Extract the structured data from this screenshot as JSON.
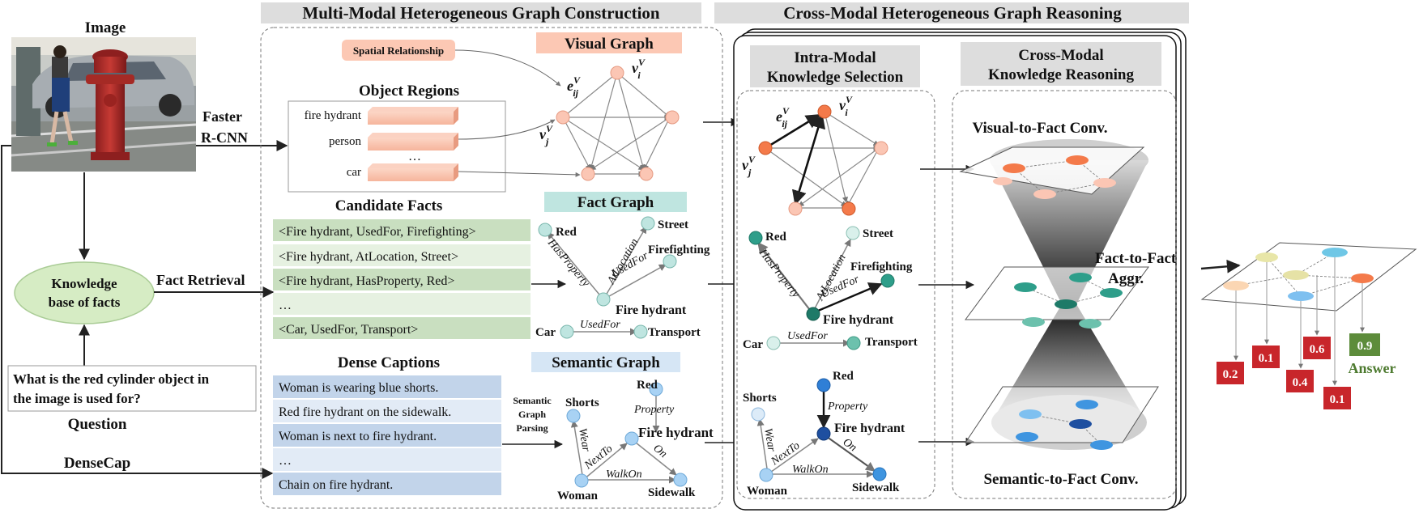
{
  "left": {
    "image_label": "Image",
    "faster_rcnn": [
      "Faster",
      "R-CNN"
    ],
    "kb": [
      "Knowledge",
      "base of facts"
    ],
    "fact_retrieval": "Fact Retrieval",
    "question_text": [
      "What is the red cylinder object in",
      "the image is used for?"
    ],
    "question_label": "Question",
    "densecap": "DenseCap"
  },
  "construction": {
    "header": "Multi-Modal Heterogeneous Graph Construction",
    "spatial": "Spatial Relationship",
    "object_regions": "Object Regions",
    "objects": [
      "fire hydrant",
      "person",
      "…",
      "car"
    ],
    "visual_graph": "Visual Graph",
    "candidate_facts": "Candidate Facts",
    "facts": [
      "<Fire hydrant, UsedFor, Firefighting>",
      "<Fire hydrant, AtLocation, Street>",
      "<Fire hydrant, HasProperty, Red>",
      "…",
      "<Car, UsedFor, Transport>"
    ],
    "fact_graph": "Fact Graph",
    "dense_captions": "Dense Captions",
    "captions": [
      "Woman is wearing blue shorts.",
      "Red fire hydrant on the sidewalk.",
      "Woman is next to fire hydrant.",
      "…",
      "Chain on fire hydrant."
    ],
    "semantic_graph": "Semantic Graph",
    "parsing": [
      "Semantic",
      "Graph",
      "Parsing"
    ]
  },
  "graph_labels": {
    "e_ij": "e",
    "e_sub": "ij",
    "v_i_sub": "i",
    "v_j_sub": "j",
    "sup": "V",
    "v": "v",
    "red": "Red",
    "street": "Street",
    "firefighting": "Firefighting",
    "fire_hydrant": "Fire hydrant",
    "car": "Car",
    "transport": "Transport",
    "has_property": "HasProperty",
    "at_location": "AtLocation",
    "used_for": "UsedFor",
    "shorts": "Shorts",
    "woman": "Woman",
    "sidewalk": "Sidewalk",
    "property": "Property",
    "wear": "Wear",
    "next_to": "NextTo",
    "walk_on": "WalkOn",
    "on": "On"
  },
  "reasoning": {
    "header": "Cross-Modal Heterogeneous Graph Reasoning",
    "intra": [
      "Intra-Modal",
      "Knowledge Selection"
    ],
    "cross": [
      "Cross-Modal",
      "Knowledge Reasoning"
    ],
    "v2f": "Visual-to-Fact Conv.",
    "f2f": [
      "Fact-to-Fact",
      "Aggr."
    ],
    "s2f": "Semantic-to-Fact Conv."
  },
  "output": {
    "scores": [
      "0.2",
      "0.1",
      "0.4",
      "0.6",
      "0.1",
      "0.9"
    ],
    "answer": "Answer"
  },
  "colors": {
    "orange_node": "#f47a4a",
    "peach_node": "#fbc6b4",
    "teal_dark": "#2e9e8a",
    "teal_light": "#a9e0d4",
    "blue_light": "#a8d2f4",
    "blue_mid": "#3f95e0",
    "blue_dark": "#1e4fa0",
    "fact_green": "#c9dfc0",
    "caption_blue": "#c2d4ea",
    "score_red": "#c8262b",
    "answer_green": "#5d8c3b"
  }
}
